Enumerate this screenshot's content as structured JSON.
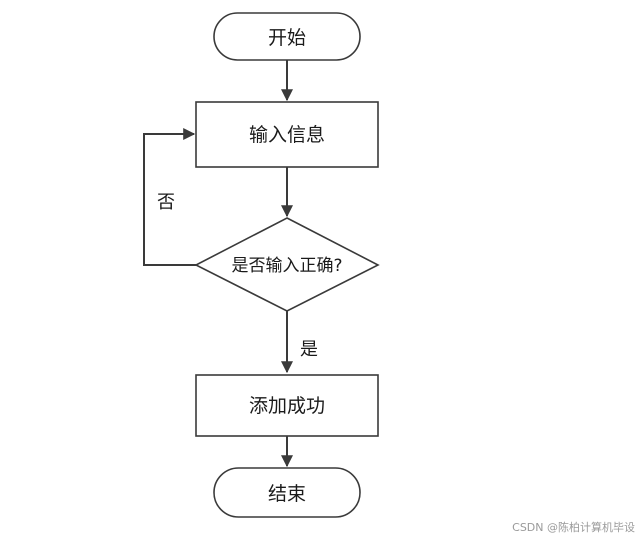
{
  "nodes": {
    "start": "开始",
    "input": "输入信息",
    "decision": "是否输入正确?",
    "success": "添加成功",
    "end": "结束"
  },
  "edge_labels": {
    "no": "否",
    "yes": "是"
  },
  "watermark": "CSDN @陈柏计算机毕设",
  "colors": {
    "stroke": "#3a3a3a",
    "text": "#1a1a1a",
    "background": "#ffffff",
    "watermark": "#9a9a9a"
  }
}
